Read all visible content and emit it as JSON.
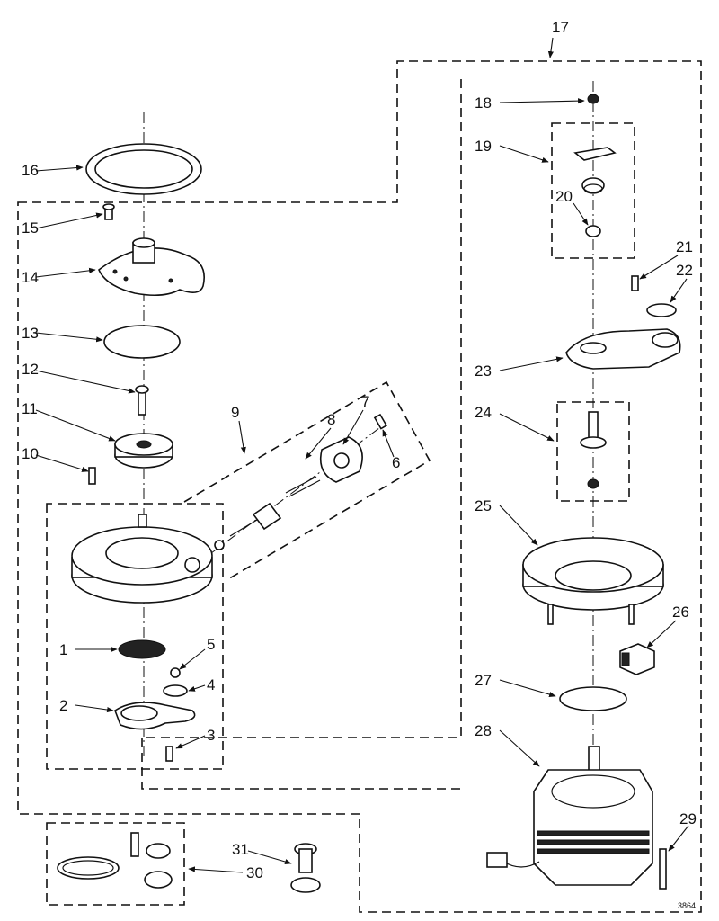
{
  "diagram": {
    "callouts": [
      "1",
      "2",
      "3",
      "4",
      "5",
      "6",
      "7",
      "8",
      "9",
      "10",
      "11",
      "12",
      "13",
      "14",
      "15",
      "16",
      "17",
      "18",
      "19",
      "20",
      "21",
      "22",
      "23",
      "24",
      "25",
      "26",
      "27",
      "28",
      "29",
      "30",
      "31"
    ],
    "reference_code": "3864"
  },
  "colors": {
    "ink": "#111111",
    "paper": "#ffffff"
  }
}
